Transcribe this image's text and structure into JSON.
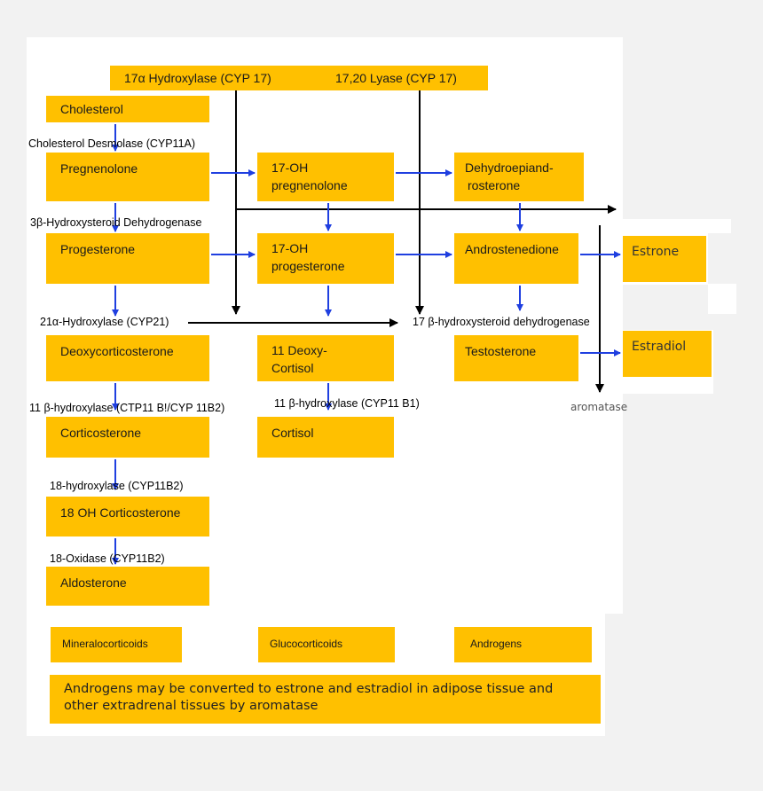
{
  "enzymes": {
    "hydroxylase17": "17α Hydroxylase (CYP 17)",
    "lyase1720": "17,20 Lyase (CYP 17)",
    "desmolase": "Cholesterol Desmolase (CYP11A)",
    "hsd3b": "3β-Hydroxysteroid Dehydrogenase",
    "hydroxylase21": "21α-Hydroxylase (CYP21)",
    "hsd17b": "17 β-hydroxysteroid dehydrogenase",
    "hydroxylase11b2": "11 β-hydroxylase (CTP11 B!/CYP 11B2)",
    "hydroxylase11b1": "11 β-hydroxylase (CYP11 B1)",
    "hydroxylase18": "18-hydroxylase (CYP11B2)",
    "oxidase18": "18-Oxidase (CYP11B2)",
    "aromatase": "aromatase"
  },
  "steroids": {
    "cholesterol": "Cholesterol",
    "pregnenolone": "Pregnenolone",
    "oh17_preg_1": "17-OH",
    "oh17_preg_2": "pregnenolone",
    "dhea_1": "Dehydroepiand-",
    "dhea_2": "rosterone",
    "progesterone": "Progesterone",
    "oh17_prog_1": "17-OH",
    "oh17_prog_2": "progesterone",
    "androstenedione": "Androstenedione",
    "estrone": "Estrone",
    "deoxycorticosterone": "Deoxycorticosterone",
    "deoxycortisol_1": "11 Deoxy-",
    "deoxycortisol_2": "Cortisol",
    "testosterone": "Testosterone",
    "estradiol": "Estradiol",
    "corticosterone": "Corticosterone",
    "cortisol": "Cortisol",
    "oh18_corticosterone": "18 OH Corticosterone",
    "aldosterone": "Aldosterone"
  },
  "categories": {
    "mineralocorticoids": "Mineralocorticoids",
    "glucocorticoids": "Glucocorticoids",
    "androgens": "Androgens"
  },
  "note": {
    "line1": "Androgens may be converted to estrone and estradiol in adipose tissue and",
    "line2": "other extradrenal tissues by aromatase"
  },
  "colors": {
    "box": "#ffc000",
    "blue_arrow": "#1f3fe0",
    "black_arrow": "#000000",
    "background": "#f2f2f2"
  }
}
